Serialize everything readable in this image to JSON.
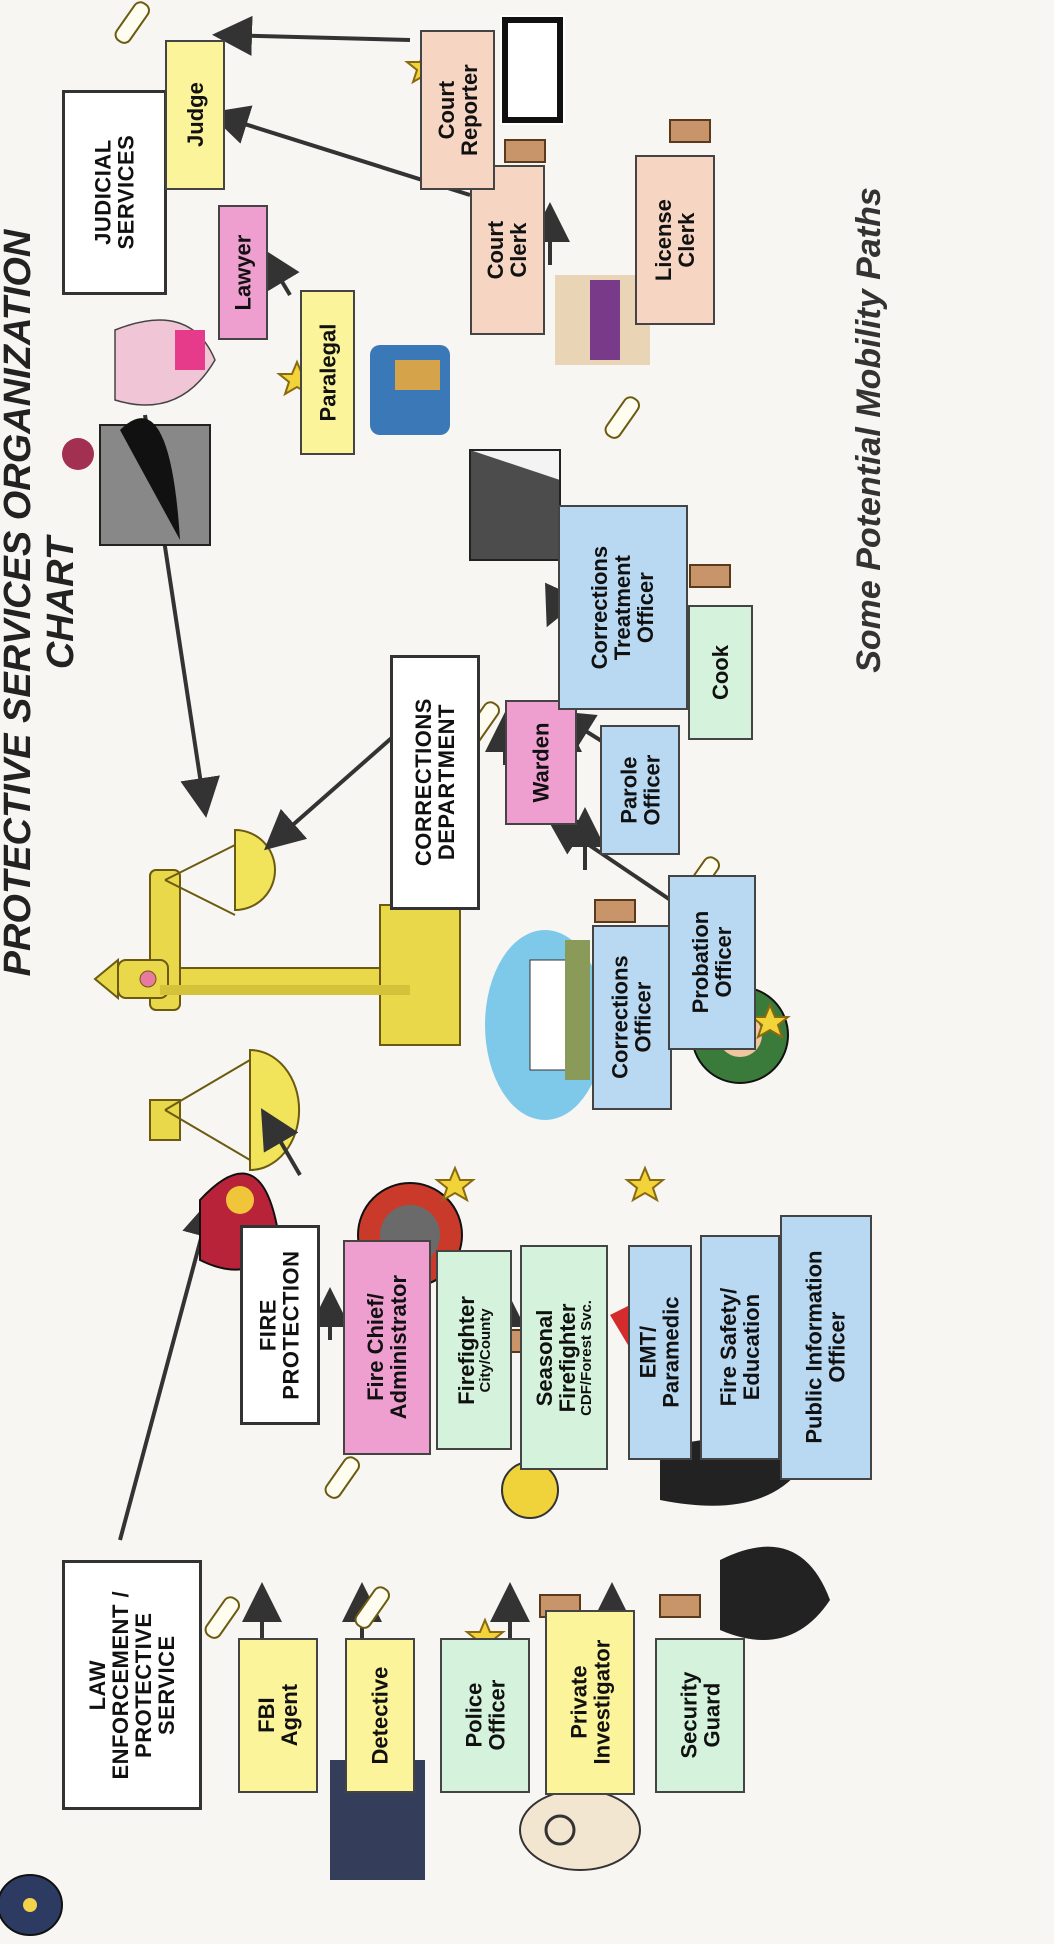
{
  "title": "PROTECTIVE SERVICES ORGANIZATION CHART",
  "subtitle": "Some Potential Mobility Paths",
  "headers": {
    "law": "LAW\nENFORCEMENT /\nPROTECTIVE\nSERVICE",
    "fire": "FIRE\nPROTECTION",
    "corrections": "CORRECTIONS\nDEPARTMENT",
    "judicial": "JUDICIAL\nSERVICES"
  },
  "jobs": {
    "fbi_agent": "FBI\nAgent",
    "detective": "Detective",
    "police_officer": "Police\nOfficer",
    "private_investigator": "Private\nInvestigator",
    "security_guard": "Security\nGuard",
    "fire_chief": "Fire Chief/\nAdministrator",
    "firefighter": "Firefighter",
    "firefighter_sub": "City/County",
    "seasonal_firefighter": "Seasonal\nFirefighter",
    "seasonal_sub": "CDF/Forest Svc.",
    "emt": "EMT/\nParamedic",
    "fire_safety": "Fire Safety/\nEducation",
    "public_info": "Public Information\nOfficer",
    "warden": "Warden",
    "corrections_officer": "Corrections\nOfficer",
    "probation_officer": "Probation\nOfficer",
    "parole_officer": "Parole\nOfficer",
    "corrections_treatment": "Corrections\nTreatment\nOfficer",
    "cook": "Cook",
    "judge": "Judge",
    "lawyer": "Lawyer",
    "paralegal": "Paralegal",
    "court_clerk": "Court\nClerk",
    "court_reporter": "Court\nReporter",
    "license_clerk": "License\nClerk"
  },
  "colors": {
    "yellow": "#fbf49a",
    "green": "#d4f2dc",
    "pink": "#ef9fcf",
    "blue": "#b9d9f2",
    "peach": "#f6d6c3",
    "scale_gold": "#e8d84a",
    "arrow": "#333333"
  }
}
